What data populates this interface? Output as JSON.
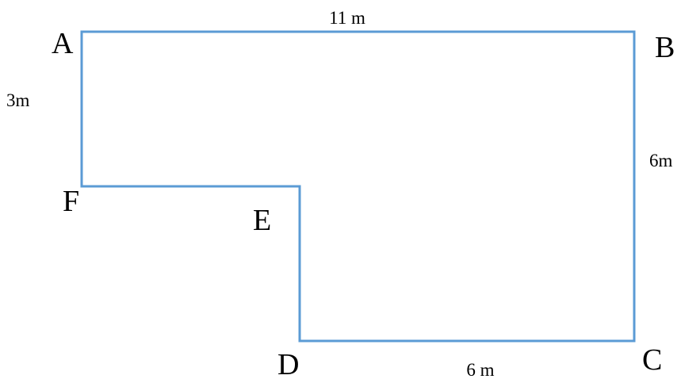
{
  "figure": {
    "outline_color": "#5b9bd5",
    "vertices": {
      "A": "A",
      "B": "B",
      "C": "C",
      "D": "D",
      "E": "E",
      "F": "F"
    },
    "dimensions": {
      "top": "11 m",
      "left": "3m",
      "right": "6m",
      "bottom": "6 m"
    }
  }
}
